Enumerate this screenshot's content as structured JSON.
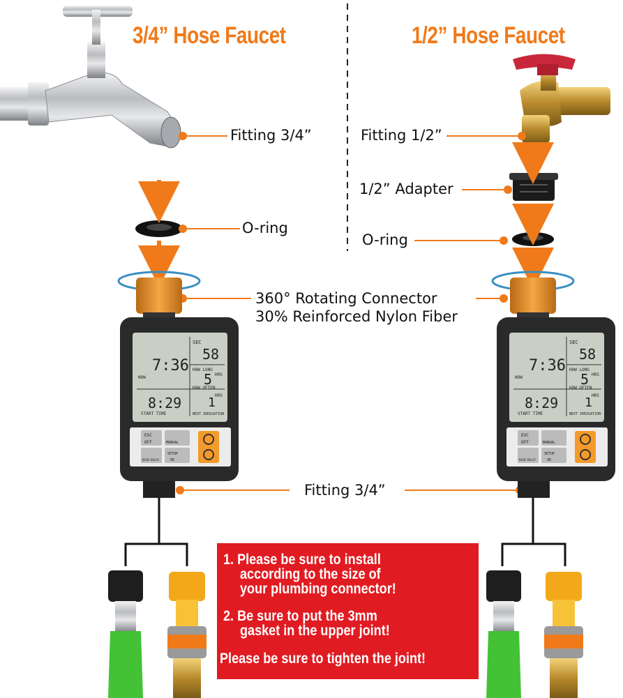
{
  "left_title": "3/4” Hose Faucet",
  "right_title": "1/2” Hose Faucet",
  "labels": {
    "fitting_top_left": "Fitting 3/4”",
    "fitting_top_right": "Fitting 1/2”",
    "adapter": "1/2” Adapter",
    "oring_left": "O-ring",
    "oring_right": "O-ring",
    "connector_line1": "360° Rotating Connector",
    "connector_line2": "30% Reinforced Nylon Fiber",
    "fitting_bottom": "Fitting 3/4”"
  },
  "timer": {
    "sec_label": "SEC",
    "sec_value": "58",
    "clock": "7:36",
    "how_long": "HOW LONG",
    "hrs_value": "5",
    "hrs_label": "HRS",
    "how_often": "HOW OFTEN",
    "now": "NOW",
    "start_clock": "8:29",
    "start_time": "START TIME",
    "next_value": "1",
    "next_hrs": "HRS",
    "next_irrigation": "NEXT IRRIGATION",
    "btn_esc": "ESC",
    "btn_off": "OFF",
    "btn_manual": "MANUAL",
    "btn_rain": "RAIN DELAY",
    "btn_setup": "SETUP",
    "btn_ok": "OK"
  },
  "notes": {
    "line1": "1. Please be sure to install",
    "line2": "according to the size of",
    "line3": "your plumbing connector!",
    "line4": "2. Be sure to put the 3mm",
    "line5": "gasket in the upper joint!",
    "line6": "Please be sure to tighten the joint!"
  },
  "colors": {
    "accent": "#f07a1a",
    "note_bg": "#e11b22",
    "timer_body": "#2a2a2a",
    "lcd": "#c9cfc4"
  }
}
